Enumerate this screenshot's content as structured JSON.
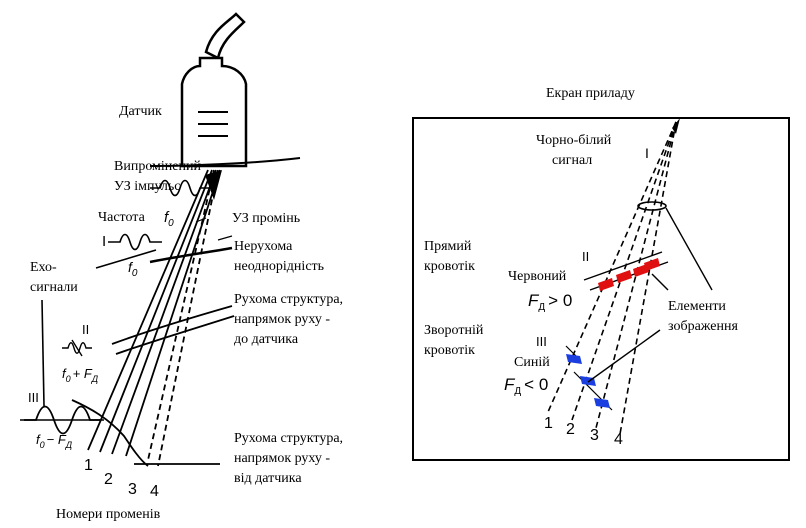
{
  "left": {
    "transducer": "Датчик",
    "emitted_1": "Випромінений",
    "emitted_2": "УЗ імпульс",
    "frequency": "Частота",
    "f0": "f",
    "sub0": "0",
    "us_beam": "УЗ промінь",
    "fixed_1": "Нерухома",
    "fixed_2": "неоднорідність",
    "echo_1": "Ехо-",
    "echo_2": "сигнали",
    "toward_1": "Рухома структура,",
    "toward_2": "напрямок руху -",
    "toward_3": "до датчика",
    "away_1": "Рухома структура,",
    "away_2": "напрямок руху -",
    "away_3": "від датчика",
    "sig_plus": "+ F",
    "sig_minus": "− F",
    "sub_d": "Д",
    "roman_1": "I",
    "roman_2": "II",
    "roman_3": "III",
    "beam_numbers": [
      "1",
      "2",
      "3",
      "4"
    ],
    "beam_numbers_label": "Номери променів"
  },
  "right": {
    "screen_title": "Екран приладу",
    "bw_1": "Чорно-білий",
    "bw_2": "сигнал",
    "direct_1": "Прямий",
    "direct_2": "кровотік",
    "red": "Червоний",
    "fd_gt": "> 0",
    "reverse_1": "Зворотній",
    "reverse_2": "кровотік",
    "blue": "Синій",
    "fd_lt": "< 0",
    "F": "F",
    "sub_d": "Д",
    "elements_1": "Елементи",
    "elements_2": "зображення",
    "roman_1": "I",
    "roman_2": "II",
    "roman_3": "III",
    "beam_numbers": [
      "1",
      "2",
      "3",
      "4"
    ]
  },
  "colors": {
    "red": "#e01010",
    "blue": "#1a3ee0",
    "ink": "#000000"
  }
}
